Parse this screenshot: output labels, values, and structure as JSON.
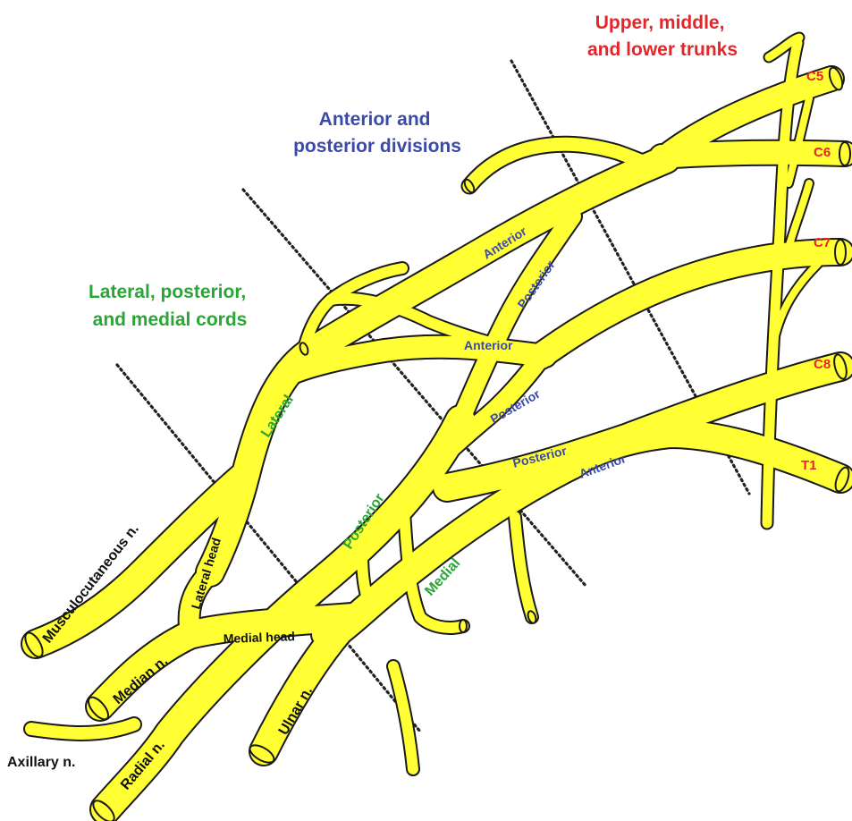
{
  "colors": {
    "nerve": "#ffff33",
    "outline": "#1a1a1a",
    "red": "#e4262b",
    "blue": "#3b4aa8",
    "green": "#2aa635",
    "black": "#111111"
  },
  "headings": {
    "trunks": [
      "Upper, middle,",
      "and lower trunks"
    ],
    "divisions": [
      "Anterior and",
      "posterior divisions"
    ],
    "cords": [
      "Lateral, posterior,",
      "and medial cords"
    ]
  },
  "roots": {
    "c5": "C5",
    "c6": "C6",
    "c7": "C7",
    "c8": "C8",
    "t1": "T1"
  },
  "divisions": {
    "upper_anterior": "Anterior",
    "upper_posterior": "Posterior",
    "middle_anterior": "Anterior",
    "middle_posterior": "Posterior",
    "lower_posterior": "Posterior",
    "lower_anterior": "Anterior"
  },
  "cords": {
    "lateral": "Lateral",
    "posterior": "Posterior",
    "medial": "Medial"
  },
  "heads": {
    "lateral_head": "Lateral head",
    "medial_head": "Medial head"
  },
  "nerves": {
    "musculocutaneous": "Musculocutaneous n.",
    "median": "Median n.",
    "radial": "Radial n.",
    "ulnar": "Ulnar n.",
    "axillary": "Axillary n."
  }
}
